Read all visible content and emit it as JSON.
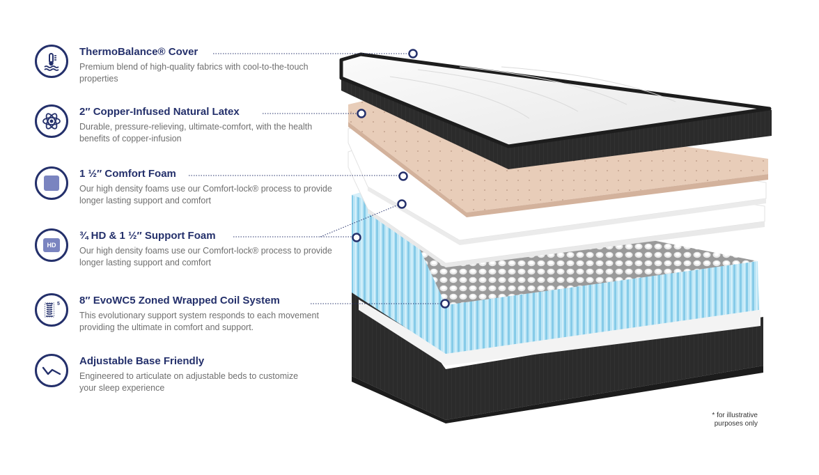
{
  "colors": {
    "navy": "#24306b",
    "desc_gray": "#6f6f6f",
    "cover_black": "#2a2a2a",
    "latex": "#e6cbb8",
    "foam_blue": "#a9dcf0"
  },
  "features": [
    {
      "title": "ThermoBalance® Cover",
      "description": "Premium blend of high-quality fabrics with cool-to-the-touch properties",
      "icon": "thermometer-water-icon"
    },
    {
      "title": "2″ Copper-Infused Natural Latex",
      "description": "Durable, pressure-relieving, ultimate-comfort, with the health benefits of copper-infusion",
      "icon": "atom-icon"
    },
    {
      "title": "1 ½″ Comfort Foam",
      "description": "Our high density foams use our Comfort-lock® process to provide longer lasting support and comfort",
      "icon": "foam-square-icon"
    },
    {
      "title": "¾ HD & 1 ½″ Support Foam",
      "description": "Our high density foams use our Comfort-lock® process to provide longer lasting support and comfort",
      "icon": "hd-foam-icon",
      "icon_text": "HD"
    },
    {
      "title": "8″ EvoWC5 Zoned Wrapped Coil System",
      "description": "This evolutionary support system responds to each movement providing the ultimate in comfort and support.",
      "icon": "coil-spring-icon",
      "icon_text": "5"
    },
    {
      "title": "Adjustable Base Friendly",
      "description": "Engineered to articulate on adjustable beds to customize your sleep experience",
      "icon": "adjustable-base-icon"
    }
  ],
  "footnote": "* for illustrative purposes only"
}
